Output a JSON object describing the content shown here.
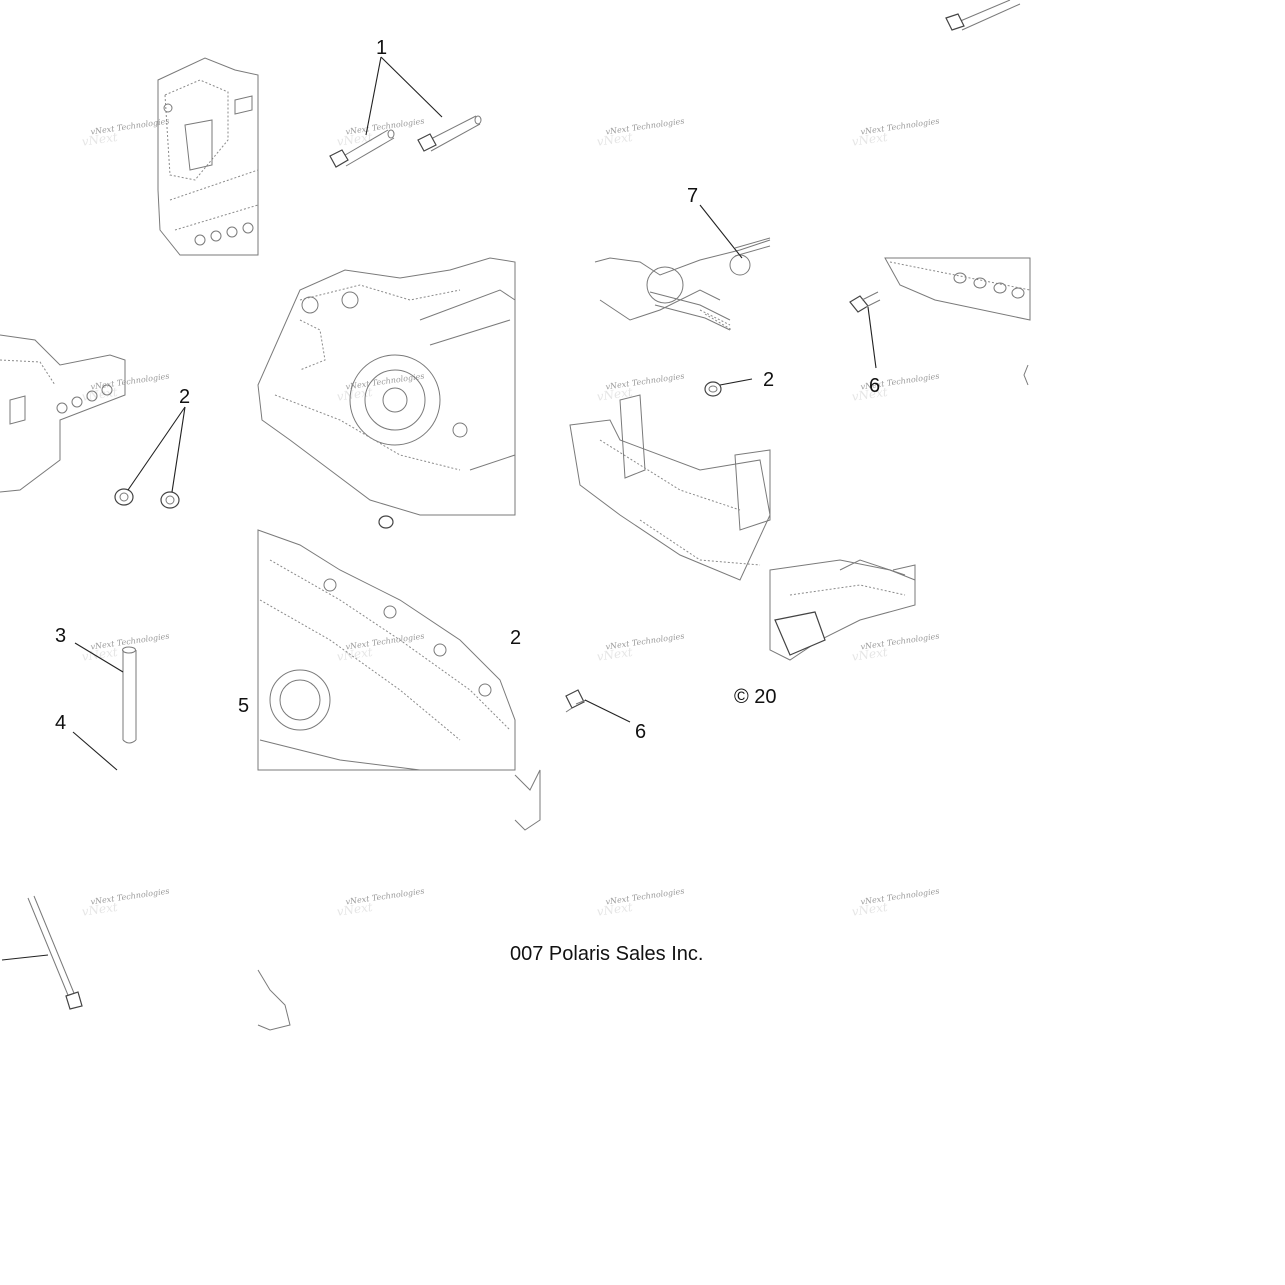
{
  "diagram": {
    "callouts": {
      "c1": "1",
      "c2a": "2",
      "c2b": "2",
      "c2c": "2",
      "c3": "3",
      "c4": "4",
      "c5": "5",
      "c6a": "6",
      "c6b": "6",
      "c7": "7"
    },
    "copyright_tail": "007 Polaris Sales Inc.",
    "copyright_head": "© 20",
    "watermark_text": "vNext Technologies"
  }
}
